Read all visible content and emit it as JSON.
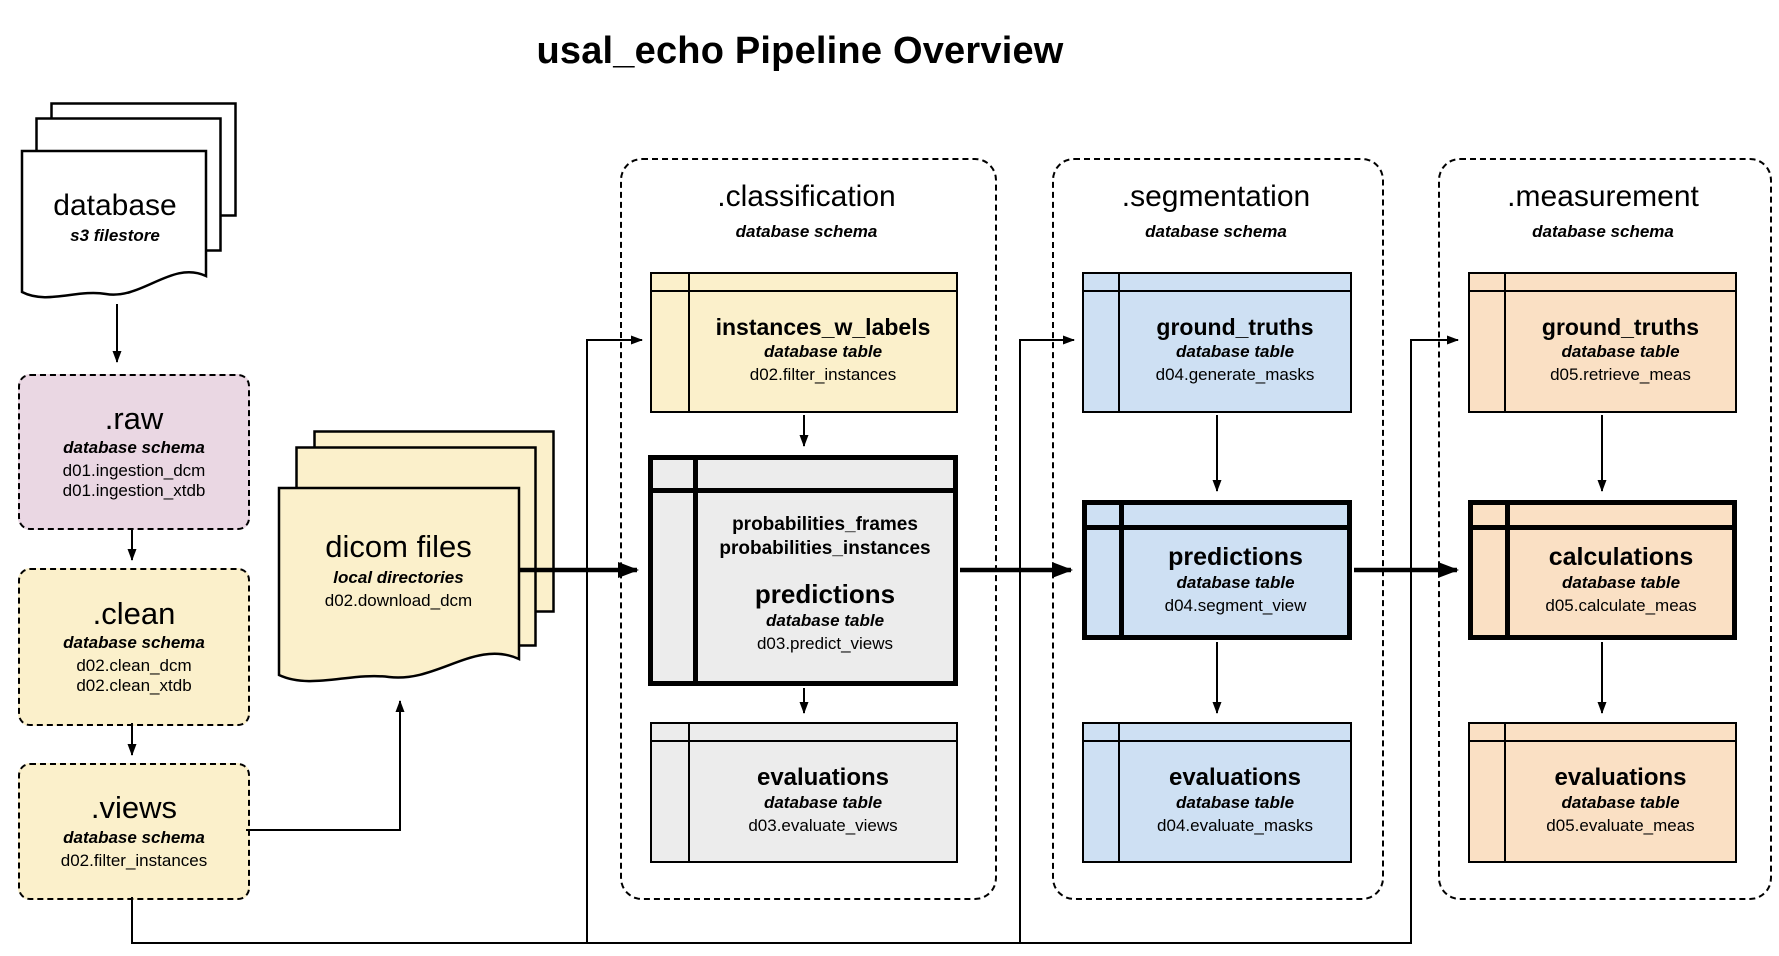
{
  "title": "usal_echo Pipeline Overview",
  "nodes": {
    "database": {
      "title": "database",
      "subtitle": "s3 filestore"
    },
    "raw": {
      "title": ".raw",
      "subtitle": "database schema",
      "lines": [
        "d01.ingestion_dcm",
        "d01.ingestion_xtdb"
      ]
    },
    "clean": {
      "title": ".clean",
      "subtitle": "database schema",
      "lines": [
        "d02.clean_dcm",
        "d02.clean_xtdb"
      ]
    },
    "views": {
      "title": ".views",
      "subtitle": "database schema",
      "lines": [
        "d02.filter_instances"
      ]
    },
    "dicom": {
      "title": "dicom files",
      "subtitle": "local directories",
      "lines": [
        "d02.download_dcm"
      ]
    }
  },
  "schemas": [
    {
      "title": ".classification",
      "subtitle": "database schema",
      "tables": [
        {
          "name": "instances_w_labels",
          "type_label": "database table",
          "source": "d02.filter_instances"
        },
        {
          "pre": [
            "probabilities_frames",
            "probabilities_instances"
          ],
          "name": "predictions",
          "type_label": "database table",
          "source": "d03.predict_views"
        },
        {
          "name": "evaluations",
          "type_label": "database table",
          "source": "d03.evaluate_views"
        }
      ]
    },
    {
      "title": ".segmentation",
      "subtitle": "database schema",
      "tables": [
        {
          "name": "ground_truths",
          "type_label": "database table",
          "source": "d04.generate_masks"
        },
        {
          "name": "predictions",
          "type_label": "database table",
          "source": "d04.segment_view"
        },
        {
          "name": "evaluations",
          "type_label": "database table",
          "source": "d04.evaluate_masks"
        }
      ]
    },
    {
      "title": ".measurement",
      "subtitle": "database schema",
      "tables": [
        {
          "name": "ground_truths",
          "type_label": "database table",
          "source": "d05.retrieve_meas"
        },
        {
          "name": "calculations",
          "type_label": "database table",
          "source": "d05.calculate_meas"
        },
        {
          "name": "evaluations",
          "type_label": "database table",
          "source": "d05.evaluate_meas"
        }
      ]
    }
  ],
  "colors": {
    "schema_yellow": "#FBF0CB",
    "schema_pink": "#EAD7E3",
    "table_gray": "#ECECEC",
    "table_blue": "#CEE0F3",
    "table_orange": "#FAE0C4",
    "line_black": "#000000"
  }
}
